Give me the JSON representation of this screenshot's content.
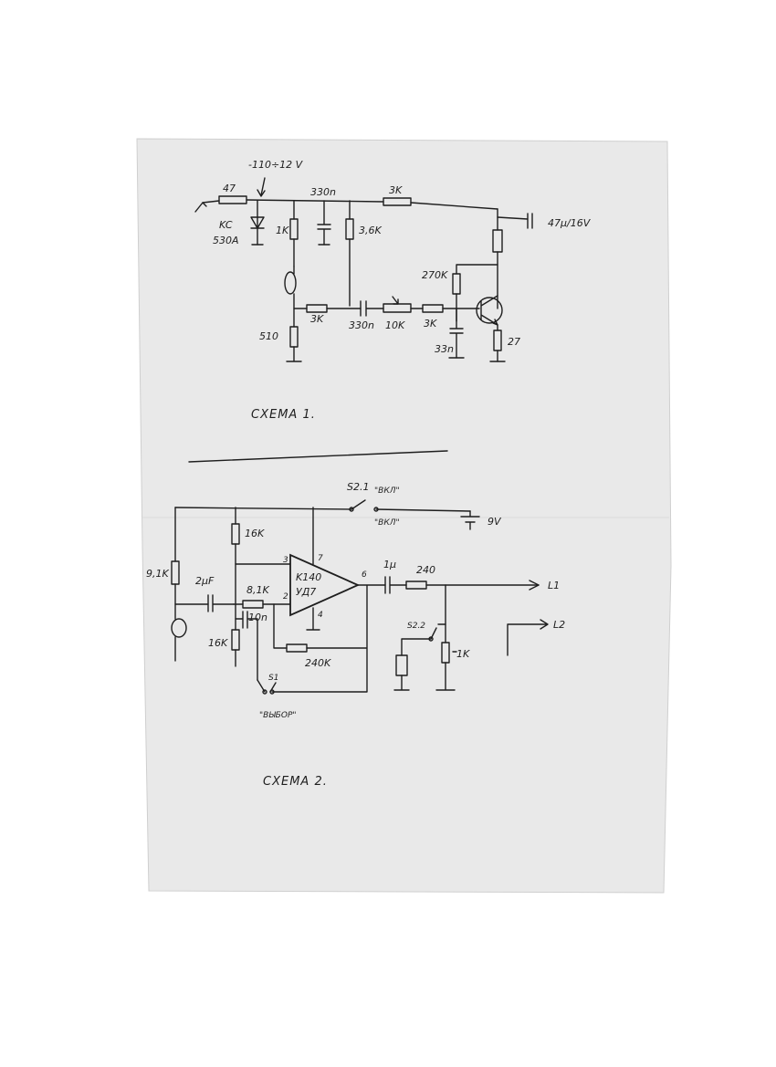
{
  "schematic_1": {
    "supply_label": "-110÷12 V",
    "r_input": "47",
    "zener": "KC",
    "zener_code": "530A",
    "cap_top": "330n",
    "r_top_right": "3K",
    "r_1k": "1K",
    "r_3_6k": "3,6K",
    "cap_out": "47μ/16V",
    "r_270k": "270K",
    "r_510": "510",
    "r_3k_a": "3K",
    "cap_330n_b": "330n",
    "pot_10k": "10K",
    "r_3k_b": "3K",
    "cap_33n": "33n",
    "r_27": "27",
    "title": "СХЕМА 1."
  },
  "schematic_2": {
    "switch_label": "S2.1",
    "switch_on": "\"ВКЛ\"",
    "switch_off": "\"ВКЛ\"",
    "supply": "9V",
    "r_16k_top": "16K",
    "r_9_1k": "9,1K",
    "cap_in": "2μF",
    "r_8_1k": "8,1K",
    "cap_10n": "10n",
    "r_16k_bot": "16K",
    "pin_3": "3",
    "pin_2": "2",
    "pin_7": "7",
    "pin_4": "4",
    "pin_6": "6",
    "ic_1": "K140",
    "ic_2": "УД7",
    "r_240k": "240K",
    "switch_s1": "S1",
    "switch_s1_note": "\"ВЫБОР\"",
    "cap_out": "1μ",
    "r_240": "240",
    "out_1": "L1",
    "out_2": "L2",
    "switch_s2_2": "S2.2",
    "pot_1k": "1K",
    "title": "СХЕМА 2."
  }
}
